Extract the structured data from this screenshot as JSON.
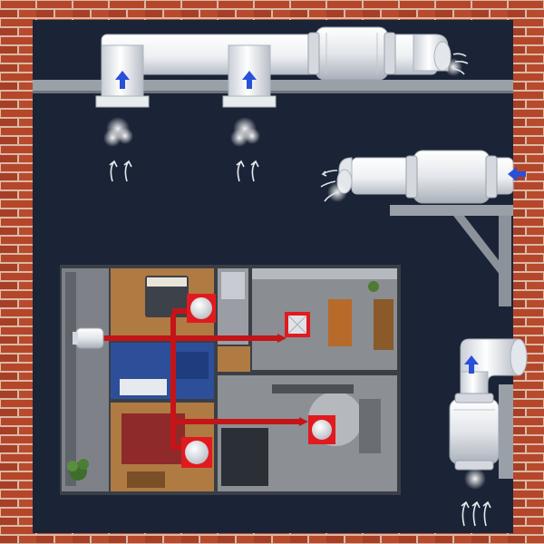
{
  "scene": {
    "description_free": true,
    "colors": {
      "brick": "#b5462a",
      "mortar": "#d9b9a6",
      "background": "#1b2436",
      "duct": "#f2f4f7",
      "duct_shade": "#c9ced6",
      "shelf": "#9aa0a8",
      "arrow_blue": "#2a4fd8",
      "red_duct": "#c41418",
      "vent_frame": "#e01a1f",
      "floor_wood": "#b07a43",
      "floor_grey": "#8a8d92",
      "bathroom_tile": "#2d4f9a",
      "rug_red": "#8e2a2a"
    },
    "icons": [
      "up-arrow-icon",
      "left-arrow-icon",
      "air-flow-icon",
      "fan-icon",
      "ceiling-vent-icon",
      "plant-icon"
    ],
    "top_system": {
      "intake_count": 2,
      "exhaust_outlets": 1
    },
    "middle_system": {
      "intake_arrow": "left",
      "exhaust_outlets": 1
    },
    "right_system": {
      "intake_arrow": "up",
      "exhaust_outlets": 1
    },
    "floor_plan": {
      "rooms": [
        "bedroom-top",
        "bathroom",
        "corridor",
        "kitchen-dining",
        "living-room",
        "bedroom-bottom",
        "balcony"
      ],
      "vent_count": 4
    }
  }
}
